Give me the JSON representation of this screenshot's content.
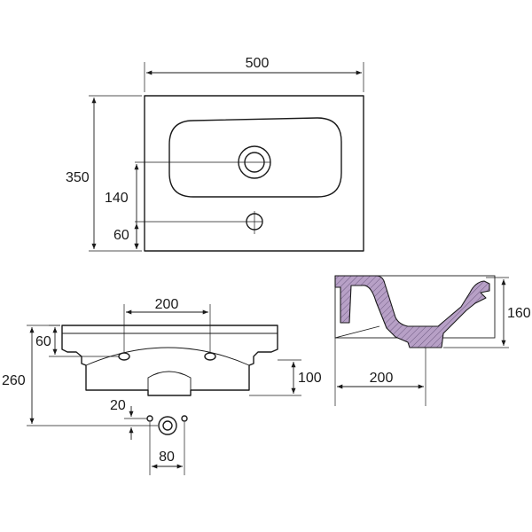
{
  "dimensions": {
    "top_width": "500",
    "top_depth": "350",
    "top_drain_offset": "140",
    "top_tap_offset": "60",
    "front_holes_spacing": "200",
    "front_rim_height": "60",
    "front_total_height": "260",
    "front_outlet_height": "100",
    "front_small_offset": "20",
    "front_bracket_spacing": "80",
    "section_height": "160",
    "section_depth": "200"
  },
  "colors": {
    "line": "#1a1a1a",
    "section_fill": "#b7a0c6"
  }
}
